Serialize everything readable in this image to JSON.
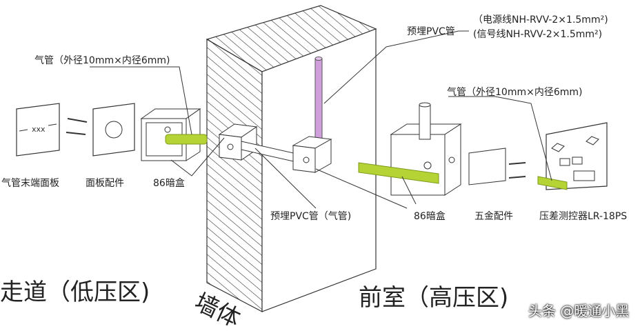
{
  "labels": {
    "air_tube_left": "气管（外径10mm×内径6mm)",
    "embedded_pvc_top": "预埋PVC管",
    "power_line": "（电源线NH-RVV-2×1.5mm²)",
    "signal_line": "(信号线NH-RVV-2×1.5mm²)",
    "air_tube_right": "气管（外径10mm×内径6mm)",
    "end_panel": "气管末端面板",
    "panel_parts": "面板配件",
    "box_left": "86暗盒",
    "embedded_pvc_air": "预埋PVC管（气管)",
    "box_right": "86暗盒",
    "hardware": "五金配件",
    "controller": "压差测控器LR-18PS",
    "corridor": "走道（低压区)",
    "wall": "墙体",
    "front_room": "前室（高压区)",
    "watermark": "头条 @暖通小黑"
  },
  "colors": {
    "air_tube": "#b5d334",
    "pvc_pipe": "#c98fd6",
    "line": "#333333"
  }
}
